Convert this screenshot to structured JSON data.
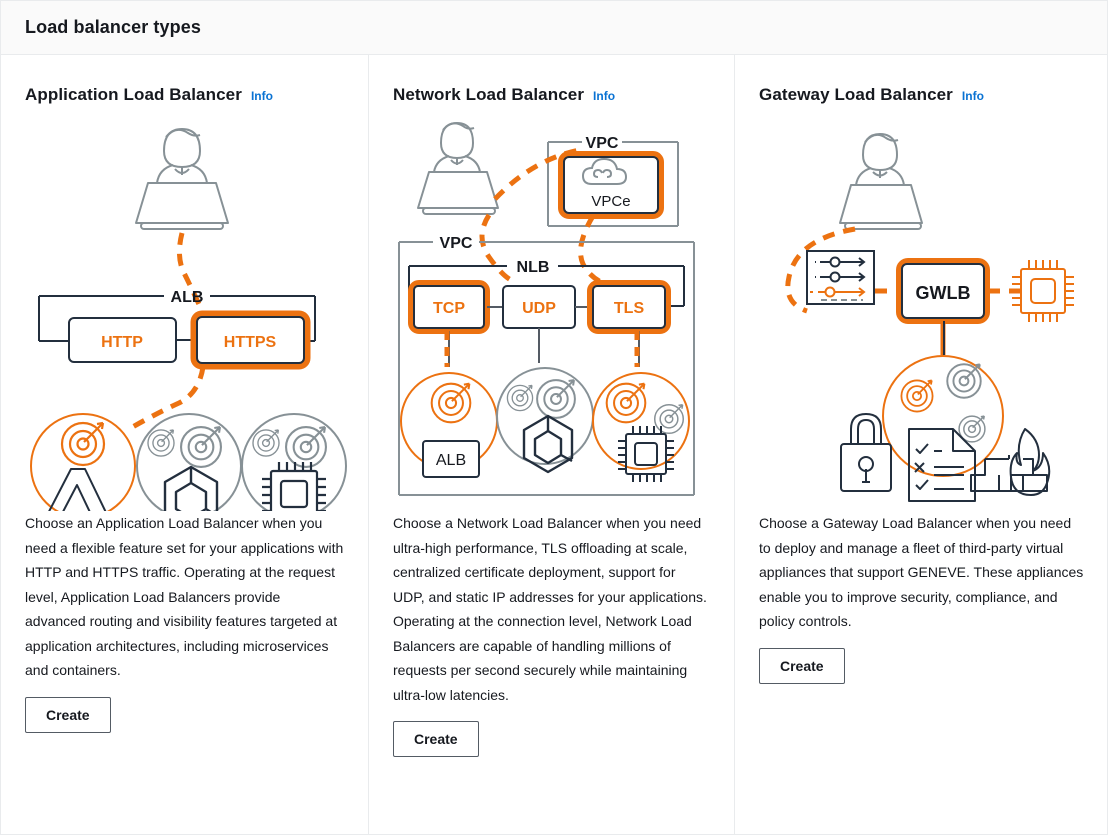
{
  "header": {
    "title": "Load balancer types"
  },
  "info_label": "Info",
  "create_label": "Create",
  "columns": [
    {
      "id": "alb",
      "title": "Application Load Balancer",
      "description": "Choose an Application Load Balancer when you need a flexible feature set for your applications with HTTP and HTTPS traffic. Operating at the request level, Application Load Balancers provide advanced routing and visibility features targeted at application architectures, including microservices and containers.",
      "diagram": {
        "lb_label": "ALB",
        "listeners": [
          {
            "label": "HTTP",
            "selected": false
          },
          {
            "label": "HTTPS",
            "selected": true
          }
        ],
        "targets": [
          "lambda-icon",
          "container-icon",
          "instance-icon"
        ]
      }
    },
    {
      "id": "nlb",
      "title": "Network Load Balancer",
      "description": "Choose a Network Load Balancer when you need ultra-high performance, TLS offloading at scale, centralized certificate deployment, support for UDP, and static IP addresses for your applications. Operating at the connection level, Network Load Balancers are capable of handling millions of requests per second securely while maintaining ultra-low latencies.",
      "diagram": {
        "lb_label": "NLB",
        "vpc_label_top": "VPC",
        "vpc_label_main": "VPC",
        "vpce_label": "VPCe",
        "inner_alb_label": "ALB",
        "listeners": [
          {
            "label": "TCP",
            "selected": true
          },
          {
            "label": "UDP",
            "selected": false
          },
          {
            "label": "TLS",
            "selected": true
          }
        ],
        "targets": [
          "alb-target",
          "container-icon",
          "instance-icon"
        ]
      }
    },
    {
      "id": "gwlb",
      "title": "Gateway Load Balancer",
      "description": "Choose a Gateway Load Balancer when you need to deploy and manage a fleet of third-party virtual appliances that support GENEVE. These appliances enable you to improve security, compliance, and policy controls.",
      "diagram": {
        "lb_label": "GWLB",
        "appliances": [
          "lock-icon",
          "policy-document-icon",
          "firewall-icon"
        ]
      }
    }
  ],
  "colors": {
    "accent_orange": "#ec7211",
    "link_blue": "#0972d3",
    "text_dark": "#16191f",
    "line_gray": "#879196",
    "line_dark": "#232f3e",
    "border_gray": "#e9ebed",
    "header_bg": "#fafafa"
  }
}
